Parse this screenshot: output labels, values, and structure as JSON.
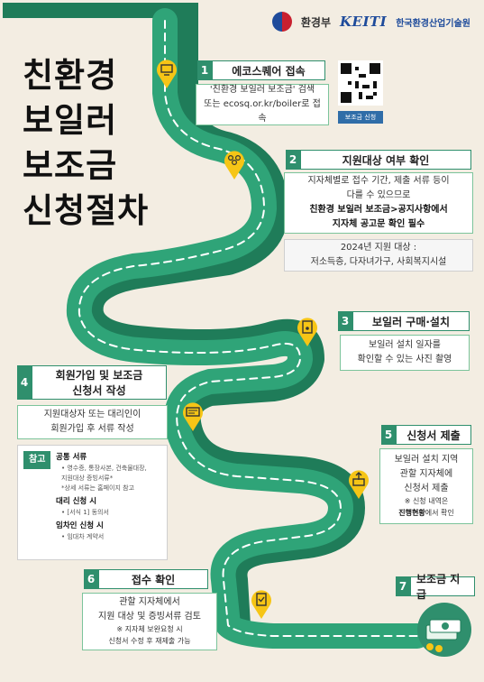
{
  "header": {
    "ministry": "환경부",
    "keiti": "KEITI",
    "keiti_name": "한국환경산업기술원"
  },
  "title": [
    "친환경",
    "보일러",
    "보조금",
    "신청절차"
  ],
  "qr": {
    "button_label": "보조금 신청"
  },
  "steps": [
    {
      "num": "1",
      "label": "에코스퀘어 접속",
      "lines": [
        "'친환경 보일러 보조금' 검색",
        "또는 ecosq.or.kr/boiler로 접속"
      ]
    },
    {
      "num": "2",
      "label": "지원대상 여부 확인",
      "lines": [
        "지자체별로 접수 기간, 제출 서류 등이",
        "다를 수 있으므로"
      ],
      "bold_lines": [
        "친환경 보일러 보조금>공지사항에서",
        "지자체 공고문 확인 필수"
      ],
      "extra": [
        "2024년 지원 대상 :",
        "저소득층, 다자녀가구, 사회복지시설"
      ]
    },
    {
      "num": "3",
      "label": "보일러 구매·설치",
      "lines": [
        "보일러 설치 일자를",
        "확인할 수 있는 사진 촬영"
      ]
    },
    {
      "num": "4",
      "label_lines": [
        "회원가입 및 보조금",
        "신청서 작성"
      ],
      "lines": [
        "지원대상자 또는 대리인이",
        "회원가입 후 서류 작성"
      ]
    },
    {
      "num": "5",
      "label": "신청서 제출",
      "lines": [
        "보일러 설치 지역",
        "관할 지자체에",
        "신청서 제출"
      ],
      "note": "※ 신청 내역은",
      "note_bold": "진행현황",
      "note_tail": "에서 확인"
    },
    {
      "num": "6",
      "label": "접수 확인",
      "lines": [
        "관할 지자체에서",
        "지원 대상 및 증빙서류 검토"
      ],
      "notes": [
        "※ 지자체 보완요청 시",
        "신청서 수정 후 재제출 가능"
      ]
    },
    {
      "num": "7",
      "label": "보조금 지급"
    }
  ],
  "reference": {
    "tag": "참고",
    "common_title": "공통 서류",
    "common_items": [
      "• 영수증, 통장사본, 건축물대장,",
      "지원대상 증빙서류*",
      "*상세 서류는 홈페이지 참고"
    ],
    "proxy_title": "대리 신청 시",
    "proxy_items": [
      "• [서식 1] 동의서"
    ],
    "tenant_title": "임차인 신청 시",
    "tenant_items": [
      "• 임대차 계약서"
    ]
  },
  "colors": {
    "road": "#2fa478",
    "road_dark": "#1f7c59",
    "pin": "#f6c516",
    "accent": "#2f8f6d"
  }
}
